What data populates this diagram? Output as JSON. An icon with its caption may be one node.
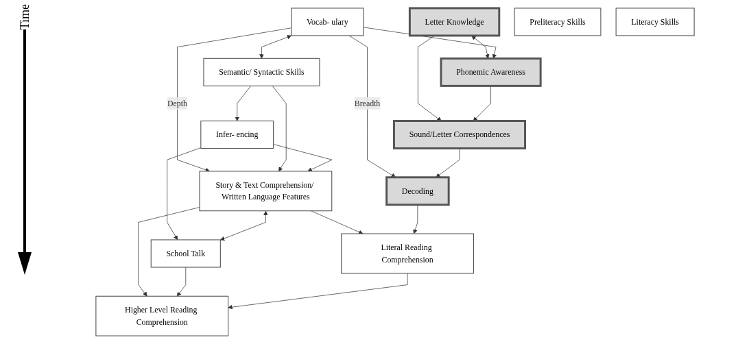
{
  "diagram": {
    "nodes": [
      {
        "text": [
          "Letter Knowledge"
        ]
      },
      {
        "text": [
          "Phonemic Awareness"
        ]
      },
      {
        "text": [
          "Vocab- ulary"
        ]
      },
      {
        "text": [
          "Semantic/ Syntactic Skills"
        ]
      },
      {
        "text": [
          "Infer- encing"
        ]
      },
      {
        "text": [
          "Sound/Letter Correspondences"
        ]
      },
      {
        "text": [
          "Story & Text Comprehension/ Written Language Features"
        ]
      },
      {
        "text": [
          "School Talk"
        ]
      },
      {
        "text": [
          "Decoding"
        ]
      },
      {
        "text": [
          "Literal Reading Comprehension"
        ]
      },
      {
        "text": [
          "Higher Level Reading Comprehension"
        ]
      },
      {
        "text": [
          "Preliteracy Skills"
        ]
      },
      {
        "text": [
          "Literacy Skills"
        ]
      }
    ],
    "edges": [
      {
        "from": 0,
        "to": 1,
        "arrow": "both"
      },
      {
        "from": 2,
        "to": 1,
        "arrow": "to"
      },
      {
        "from": 2,
        "to": 3,
        "arrow": "both"
      },
      {
        "from": 3,
        "to": 4,
        "arrow": "to"
      },
      {
        "from": 0,
        "to": 5,
        "arrow": "to"
      },
      {
        "from": 1,
        "to": 5,
        "arrow": "to"
      },
      {
        "from": 2,
        "to": 8,
        "arrow": "to",
        "label": "Breadth"
      },
      {
        "from": 2,
        "to": 6,
        "arrow": "to",
        "label": "Depth"
      },
      {
        "from": 3,
        "to": 6,
        "arrow": "to"
      },
      {
        "from": 4,
        "to": 6,
        "arrow": "to"
      },
      {
        "from": 4,
        "to": 7,
        "arrow": "to"
      },
      {
        "from": 6,
        "to": 7,
        "arrow": "both"
      },
      {
        "from": 5,
        "to": 8,
        "arrow": "to"
      },
      {
        "from": 6,
        "to": 9,
        "arrow": "to"
      },
      {
        "from": 6,
        "to": 10,
        "arrow": "to"
      },
      {
        "from": 7,
        "to": 10,
        "arrow": "to"
      },
      {
        "from": 8,
        "to": 9,
        "arrow": "to"
      },
      {
        "from": 9,
        "to": 10,
        "arrow": "to"
      }
    ],
    "labels": [
      "Time"
    ]
  }
}
